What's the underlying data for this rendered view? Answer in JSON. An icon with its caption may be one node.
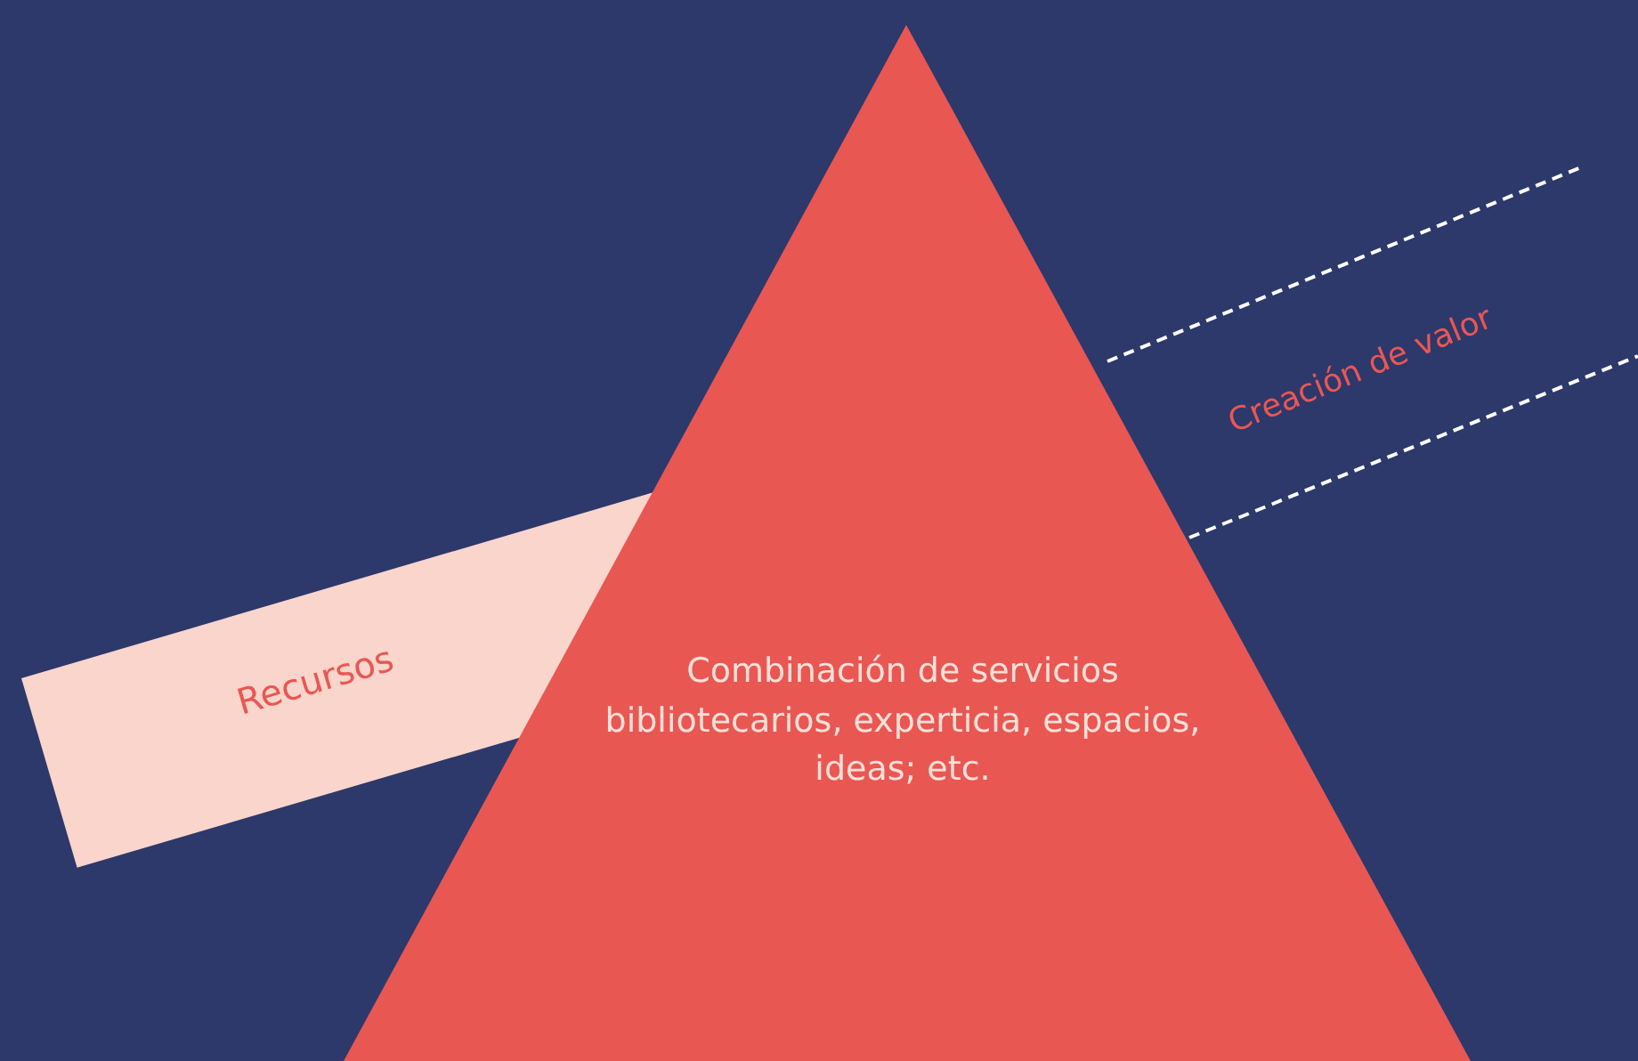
{
  "diagram": {
    "nodes": [
      {
        "text": [
          "Recursos"
        ]
      },
      {
        "text": [
          "Combinación de servicios bibliotecarios, experticia, espacios, ideas; etc."
        ]
      },
      {
        "text": [
          "Creación de valor"
        ]
      }
    ]
  }
}
